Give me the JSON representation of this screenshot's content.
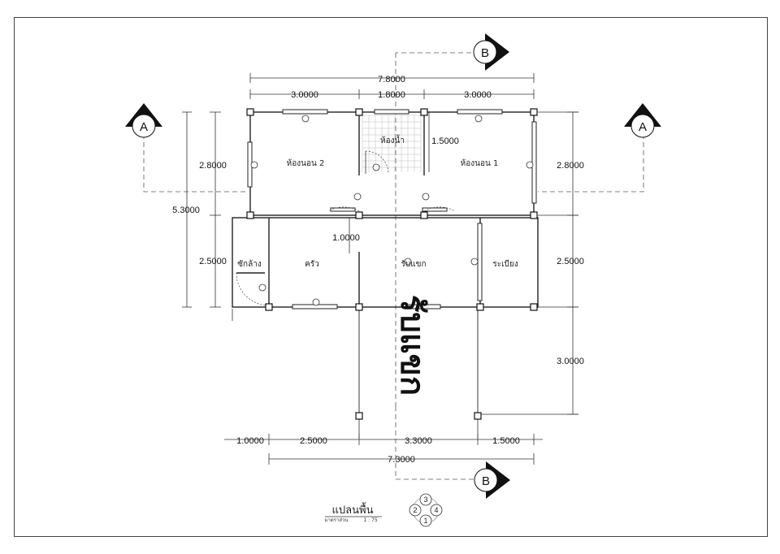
{
  "plan": {
    "dimensions": {
      "top_total": "7.8000",
      "top_left": "3.0000",
      "top_mid": "1.8000",
      "top_right": "3.0000",
      "left_upper": "2.8000",
      "left_total": "5.3000",
      "left_lower": "2.5000",
      "right_upper": "2.8000",
      "right_lower": "2.5000",
      "right_porch": "3.0000",
      "bath_depth": "1.5000",
      "inner_gap": "1.0000",
      "bottom_a": "1.0000",
      "bottom_b": "2.5000",
      "bottom_c": "3.3000",
      "bottom_d": "1.5000",
      "bottom_total": "7.3000"
    },
    "rooms": {
      "bedroom2": "ห้องนอน 2",
      "bathroom": "ห้องน้ำ",
      "bedroom1": "ห้องนอน 1",
      "laundry": "ซักล้าง",
      "kitchen": "ครัว",
      "living": "รับแขก",
      "terrace": "ระเบียง"
    },
    "section_marks": {
      "a": "A",
      "b": "B"
    },
    "porch_label": "รับแขก",
    "title": "แปลนพื้น",
    "scale_label": "มาตราส่วน",
    "scale_value": "1 : 75",
    "key": [
      "3",
      "2",
      "4",
      "1"
    ]
  }
}
